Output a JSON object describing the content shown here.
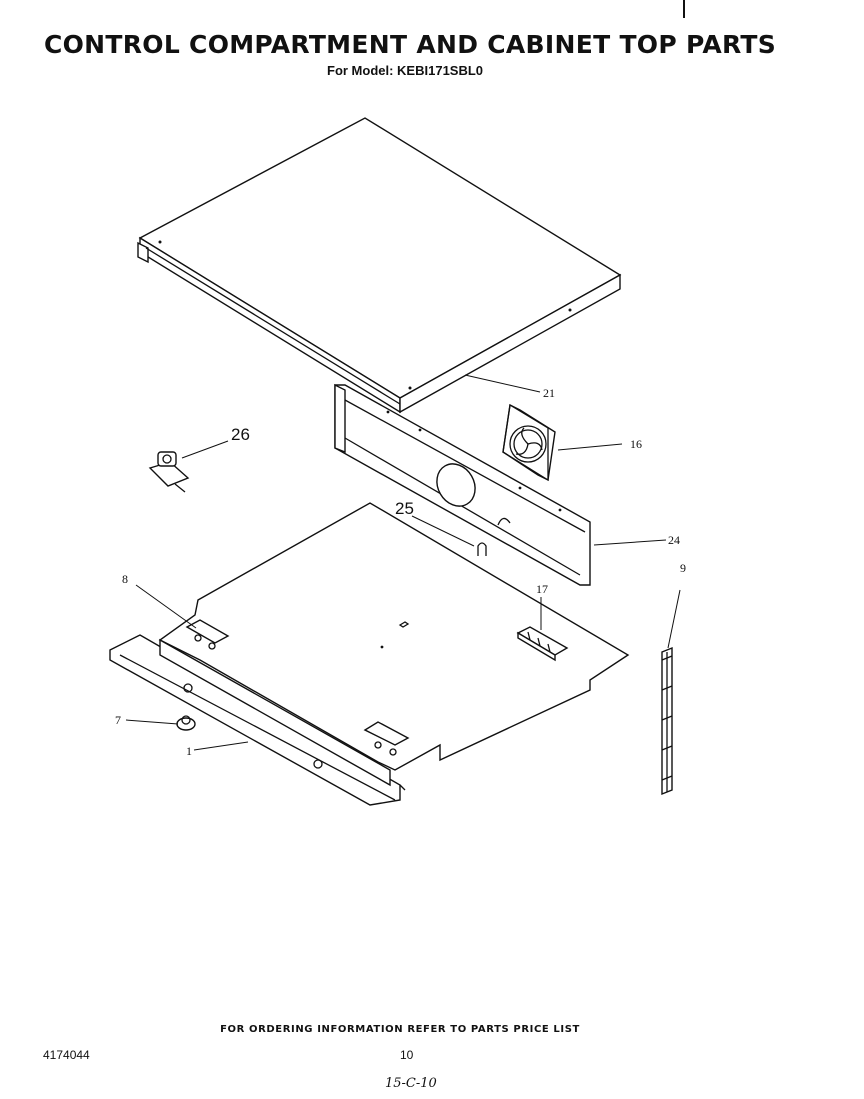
{
  "header": {
    "title": "CONTROL COMPARTMENT AND CABINET TOP PARTS",
    "subtitle": "For Model: KEBI171SBL0"
  },
  "footer": {
    "ordering_note": "FOR ORDERING INFORMATION REFER TO PARTS PRICE LIST",
    "document_number": "4174044",
    "page_number": "10",
    "handwritten_note": "15-C-10"
  },
  "callouts": {
    "part_21": "21",
    "part_16": "16",
    "part_26": "26",
    "part_25": "25",
    "part_24": "24",
    "part_8": "8",
    "part_17": "17",
    "part_9": "9",
    "part_7": "7",
    "part_1": "1"
  }
}
